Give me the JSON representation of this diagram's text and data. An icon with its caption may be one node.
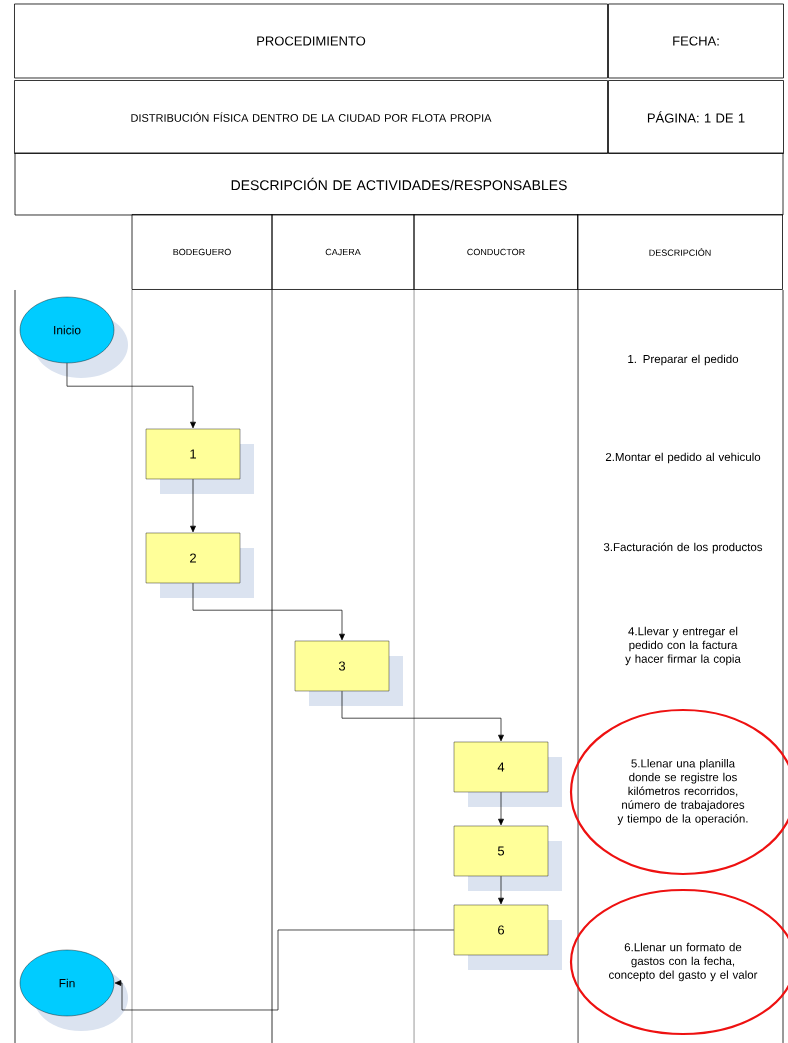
{
  "diagram": {
    "nodes": [
      {
        "text": [
          "PROCEDIMIENTO"
        ]
      },
      {
        "text": [
          "FECHA:"
        ]
      },
      {
        "text": [
          "DISTRIBUCIÓN FÍSICA DENTRO DE LA CIUDAD POR FLOTA PROPIA"
        ]
      },
      {
        "text": [
          "PÁGINA: 1 DE 1"
        ]
      },
      {
        "text": [
          "DESCRIPCIÓN DE ACTIVIDADES/RESPONSABLES"
        ]
      },
      {
        "text": [
          "BODEGUERO"
        ]
      },
      {
        "text": [
          "CAJERA"
        ]
      },
      {
        "text": [
          "CONDUCTOR"
        ]
      },
      {
        "text": [
          "DESCRIPCIÓN"
        ]
      },
      {
        "text": [
          "Inicio"
        ]
      },
      {
        "text": [
          "1"
        ]
      },
      {
        "text": [
          "2"
        ]
      },
      {
        "text": [
          "3"
        ]
      },
      {
        "text": [
          "4"
        ]
      },
      {
        "text": [
          "5"
        ]
      },
      {
        "text": [
          "6"
        ]
      },
      {
        "text": [
          "Fin"
        ]
      },
      {
        "text": [
          "5.Llenar una planilla donde se registre los kilómetros recorridos, número de trabajadores y tiempo de la operación."
        ]
      },
      {
        "text": [
          "6.Llenar un formato de gastos con la fecha, concepto del gasto y el valor"
        ]
      }
    ],
    "edges": [
      {
        "from": 9,
        "to": 10,
        "arrow": "to"
      },
      {
        "from": 10,
        "to": 11,
        "arrow": "to"
      },
      {
        "from": 11,
        "to": 12,
        "arrow": "to"
      },
      {
        "from": 12,
        "to": 13,
        "arrow": "to"
      },
      {
        "from": 13,
        "to": 14,
        "arrow": "to"
      },
      {
        "from": 14,
        "to": 15,
        "arrow": "to"
      },
      {
        "from": 15,
        "to": 16,
        "arrow": "to"
      }
    ],
    "labels": [
      "1. Preparar el pedido",
      "2.Montar el pedido al vehiculo",
      "3.Facturación de los productos",
      "4.Llevar y entregar el pedido con la factura y hacer firmar la copia"
    ]
  }
}
